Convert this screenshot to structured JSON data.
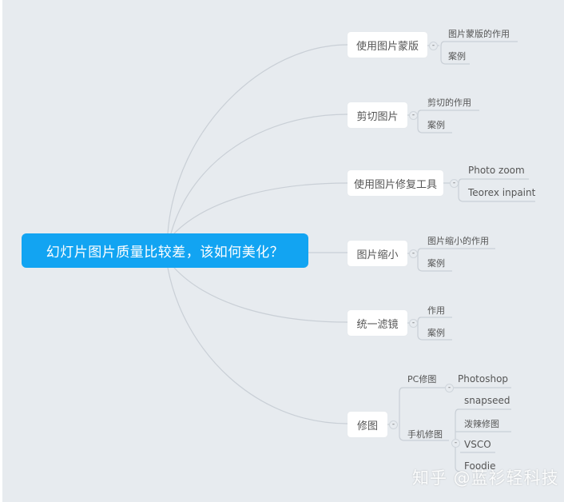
{
  "colors": {
    "background": "#e7ebef",
    "root_fill": "#12a4f2",
    "root_text": "#ffffff",
    "branch_fill": "#ffffff",
    "line": "#c9cfd6"
  },
  "root": {
    "label": "幻灯片图片质量比较差，该如何美化？"
  },
  "branches": [
    {
      "label": "使用图片蒙版",
      "children": [
        "图片蒙版的作用",
        "案例"
      ]
    },
    {
      "label": "剪切图片",
      "children": [
        "剪切的作用",
        "案例"
      ]
    },
    {
      "label": "使用图片修复工具",
      "children": [
        "Photo zoom",
        "Teorex inpaint"
      ]
    },
    {
      "label": "图片缩小",
      "children": [
        "图片缩小的作用",
        "案例"
      ]
    },
    {
      "label": "统一滤镜",
      "children": [
        "作用",
        "案例"
      ]
    },
    {
      "label": "修图",
      "children": [
        {
          "label": "PC修图",
          "children": [
            "Photoshop"
          ]
        },
        {
          "label": "手机修图",
          "children": [
            "snapseed",
            "泼辣修图",
            "VSCO",
            "Foodie"
          ]
        }
      ]
    }
  ],
  "toggle_symbol": "-",
  "watermark": "知乎 @蓝衫轻科技"
}
